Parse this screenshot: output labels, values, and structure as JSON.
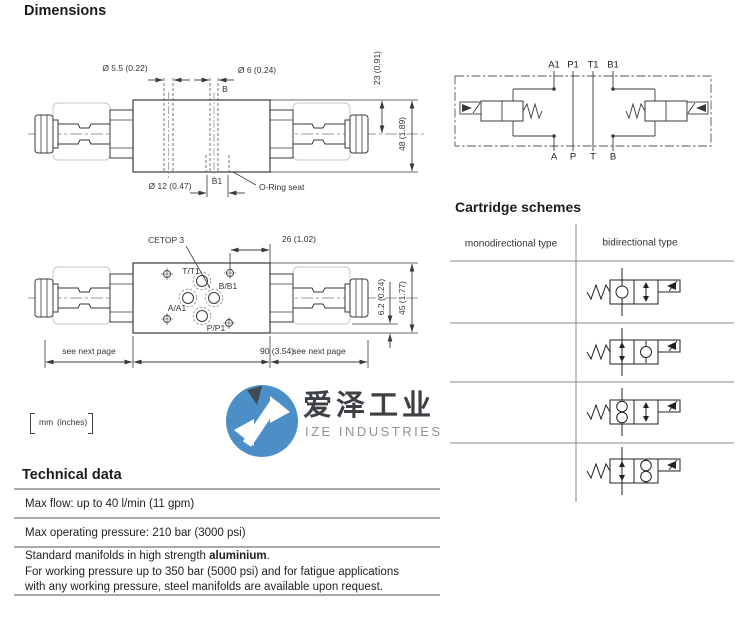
{
  "page": {
    "title": "Dimensions"
  },
  "units": {
    "mm": "mm",
    "inches": "(inches)"
  },
  "drawing1": {
    "dia55": "Ø 5.5 (0.22)",
    "dia6": "Ø 6 (0.24)",
    "port_b": "B",
    "dim23": "23 (0.91)",
    "dim48": "48 (1.89)",
    "dia12": "Ø 12 (0.47)",
    "port_b1": "B1",
    "oring": "O-Ring seat"
  },
  "schematic": {
    "top_ports": [
      "A1",
      "P1",
      "T1",
      "B1"
    ],
    "bottom_ports": [
      "A",
      "P",
      "T",
      "B"
    ]
  },
  "drawing2": {
    "cetop": "CETOP 3",
    "dim26": "26 (1.02)",
    "port_tt1": "T/T1",
    "port_bb1": "B/B1",
    "port_aa1": "A/A1",
    "port_pp1": "P/P1",
    "note_left": "see next page",
    "dim90": "90 (3.54)",
    "note_right": "see next page",
    "dim62": "6.2 (0.24)",
    "dim45": "45 (1.77)"
  },
  "cartridge": {
    "title": "Cartridge schemes",
    "col_mono": "monodirectional type",
    "col_bi": "bidirectional type",
    "symbols": [
      "bidirectional-check-first-chamber",
      "bidirectional-check-second-chamber",
      "bidirectional-double-check-first-chamber",
      "bidirectional-double-check-second-chamber"
    ]
  },
  "watermark": {
    "cn": "爱泽工业",
    "en": "IZE INDUSTRIES",
    "circle_color": "#4b8fc6",
    "glyph_color": "#3f4b55"
  },
  "technical": {
    "title": "Technical data",
    "row1": "Max flow: up to 40  l/min (11 gpm)",
    "row2": "Max operating pressure: 210 bar (3000 psi)",
    "row3": {
      "pre": "Standard manifolds in high strength ",
      "bold": "aluminium",
      "post": ".",
      "line2": "For working pressure up to 350 bar (5000 psi) and for fatigue applications",
      "line3": "with any working pressure, steel manifolds are available upon request."
    }
  }
}
